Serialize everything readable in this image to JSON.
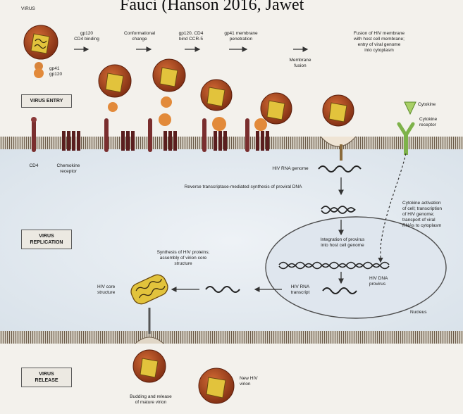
{
  "header_text": "Fauci (Hanson 2016, Jawet",
  "labels": {
    "virus": "VIRUS",
    "gp41_gp120": "gp41\ngp120",
    "gp120_cd4": "gp120\nCD4 binding",
    "conformational": "Conformational\nchange",
    "gp120_cd4_ccr5": "gp120, CD4\nbind CCR-5",
    "gp41_penetration": "gp41 membrane\npenetration",
    "membrane_fusion": "Membrane\nfusion",
    "fusion_hiv": "Fusion of HIV membrane\nwith host cell membrane;\nentry of viral genome\ninto cytoplasm",
    "cytokine": "Cytokine",
    "cytokine_receptor": "Cytokine\nreceptor",
    "cd4": "CD4",
    "chemokine_receptor": "Chemokine\nreceptor",
    "hiv_rna_genome": "HIV RNA genome",
    "reverse_transcriptase": "Reverse transcriptase-mediated synthesis of proviral DNA",
    "cytokine_activation": "Cytokine activation\nof cell; transcription\nof HIV genome;\ntransport of viral\nRNAs to cytoplasm",
    "integration": "Integration of provirus\ninto host cell genome",
    "hiv_dna_provirus": "HIV DNA\nprovirus",
    "hiv_rna_transcript": "HIV RNA\ntranscript",
    "nucleus": "Nucleus",
    "synthesis": "Synthesis of HIV proteins;\nassembly of virion core\nstructure",
    "hiv_core": "HIV core\nstructure",
    "budding": "Budding and release\nof mature virion",
    "new_virion": "New HIV\nvirion"
  },
  "sections": {
    "entry": "VIRUS ENTRY",
    "replication": "VIRUS\nREPLICATION",
    "release": "VIRUS\nRELEASE"
  },
  "colors": {
    "virus_shell": "#a8461e",
    "virus_inner": "#d58a2d",
    "core": "#e2c33c",
    "cell": "#e9eef3",
    "membrane": "#5a4a3a",
    "receptor": "#7a2e2e",
    "cytokine": "#8fbf4a",
    "nucleus_fill": "#dde5ee"
  }
}
